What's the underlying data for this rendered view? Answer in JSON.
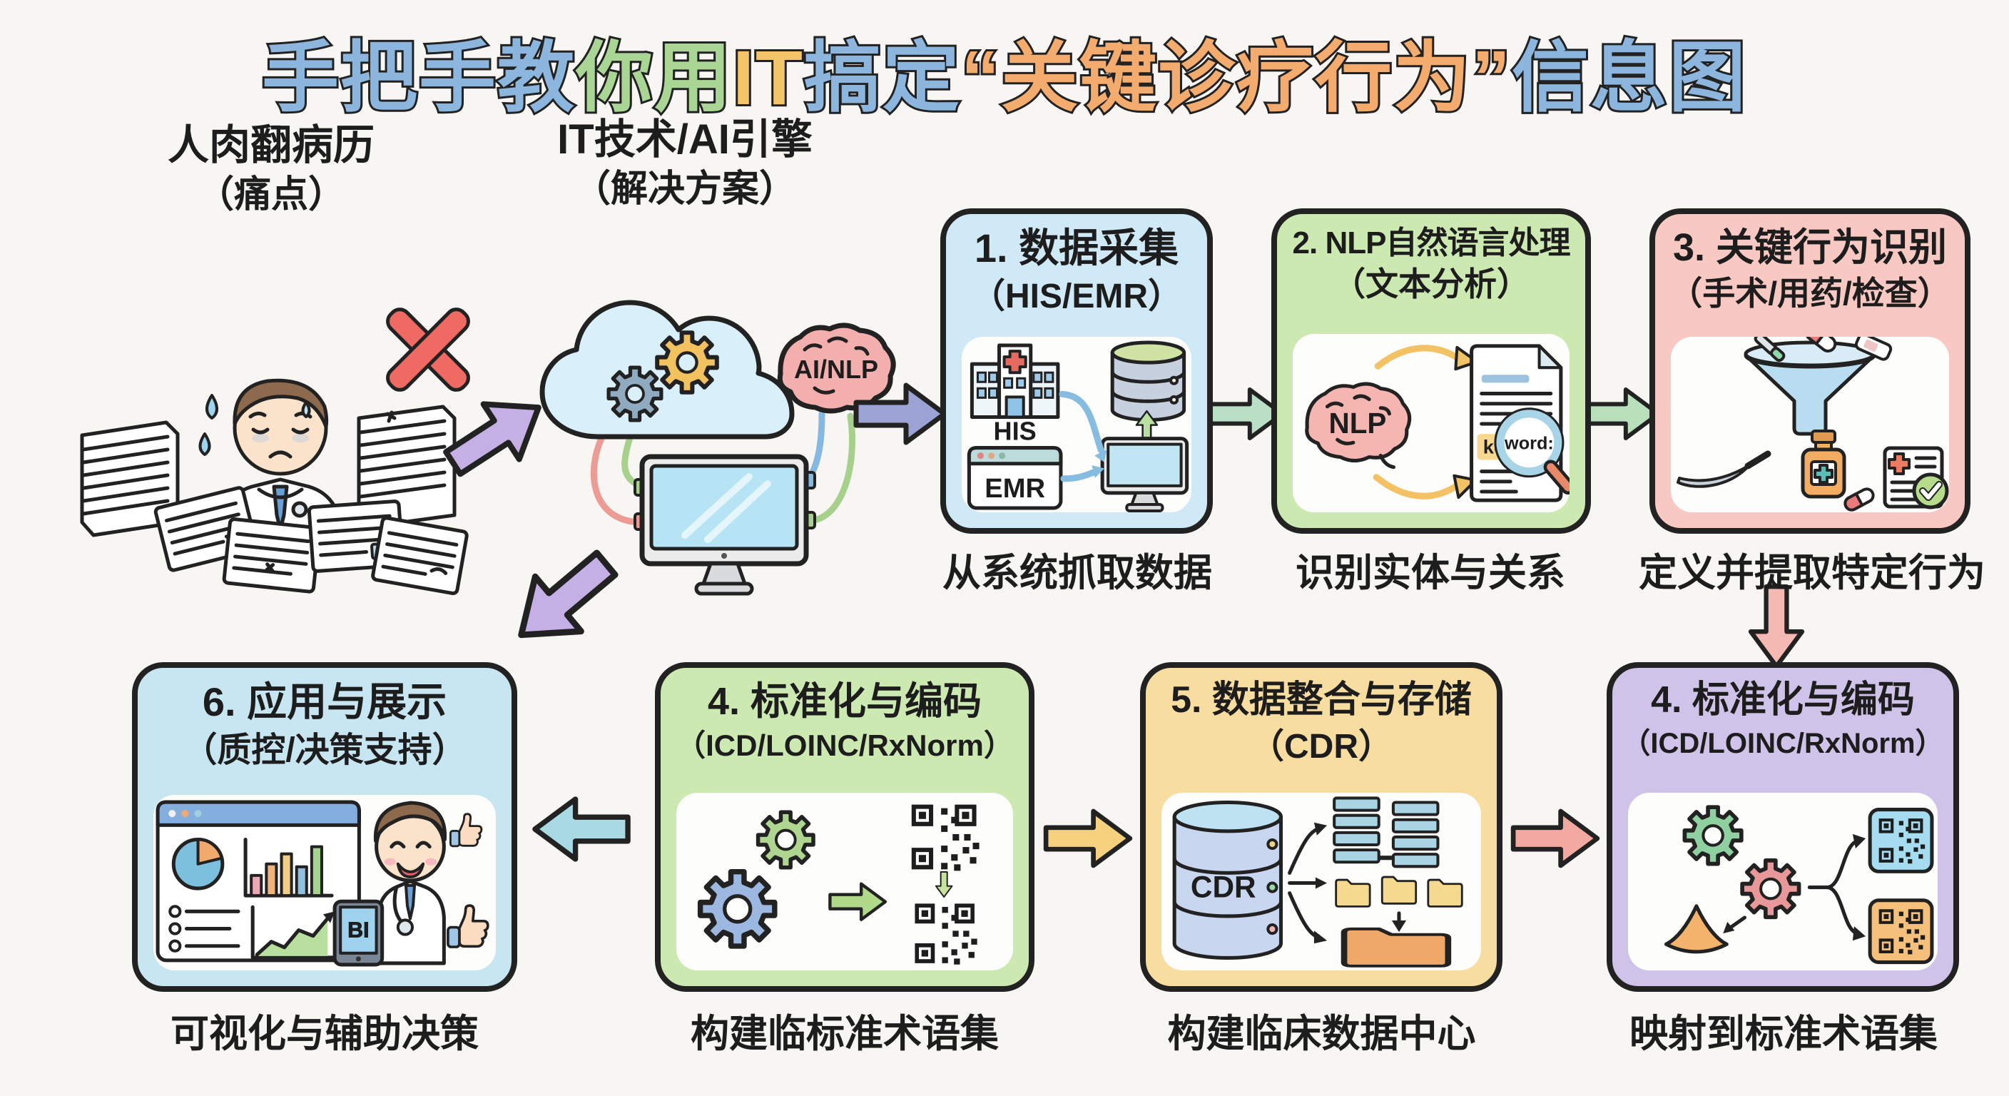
{
  "page": {
    "background": "#f7f6f3",
    "full_title": "手把手教你用IT搞定“关键诊疗行为”信息图"
  },
  "title": {
    "segments": [
      {
        "text": "手把手教",
        "color": "#8db6de"
      },
      {
        "text": "你用",
        "color": "#a9d694"
      },
      {
        "text": "IT",
        "color": "#f4c568"
      },
      {
        "text": "搞定",
        "color": "#8db6de"
      },
      {
        "text": "“关键诊疗行为”",
        "color": "#f3ab6e"
      },
      {
        "text": "信息图",
        "color": "#8db6de"
      }
    ]
  },
  "pain": {
    "title": "人肉翻病历",
    "subtitle": "（痛点）",
    "icons": [
      "crying-doctor-icon",
      "paper-stack-icon",
      "red-x-icon",
      "tear-drop-icon"
    ]
  },
  "solution": {
    "title": "IT技术/AI引擎",
    "subtitle": "（解决方案）",
    "brain_label": "AI/NLP",
    "icons": [
      "cloud-icon",
      "gear-icon",
      "brain-icon",
      "monitor-icon",
      "cable-icon"
    ]
  },
  "steps": [
    {
      "id": "collect",
      "title": "1. 数据采集",
      "subtitle": "（HIS/EMR）",
      "caption": "从系统抓取数据",
      "header_color": "#cfe9f6",
      "labels": {
        "his": "HIS",
        "emr": "EMR"
      },
      "icons": [
        "hospital-icon",
        "browser-window-icon",
        "database-icon",
        "monitor-icon",
        "flow-arrow-icon"
      ]
    },
    {
      "id": "nlp",
      "title": "2. NLP自然语言处理",
      "subtitle": "（文本分析）",
      "caption": "识别实体与关系",
      "header_color": "#cde9b2",
      "labels": {
        "brain": "NLP",
        "keyword_prefix": "ke",
        "keyword": "word:"
      },
      "icons": [
        "brain-icon",
        "curved-arrow-icon",
        "document-icon",
        "magnifier-icon",
        "highlight-icon"
      ]
    },
    {
      "id": "identify",
      "title": "3. 关键行为识别",
      "subtitle": "（手术/用药/检查）",
      "caption": "定义并提取特定行为",
      "header_color": "#f7c9c2",
      "icons": [
        "funnel-icon",
        "capsule-icon",
        "dropper-icon",
        "scalpel-icon",
        "medicine-bottle-icon",
        "report-check-icon"
      ]
    },
    {
      "id": "standardize-a",
      "title": "4. 标准化与编码",
      "subtitle": "（ICD/LOINC/RxNorm）",
      "caption": "构建临标准术语集",
      "header_color": "#cde9b2",
      "icons": [
        "gear-icon",
        "right-arrow-icon",
        "qr-code-icon",
        "down-arrow-icon"
      ]
    },
    {
      "id": "storage",
      "title": "5. 数据整合与存储",
      "subtitle": "（CDR）",
      "caption": "构建临床数据中心",
      "header_color": "#f8dda1",
      "labels": {
        "db": "CDR"
      },
      "icons": [
        "database-icon",
        "table-rows-icon",
        "folder-icon",
        "big-folder-icon",
        "flow-arrow-icon"
      ]
    },
    {
      "id": "standardize-b",
      "title": "4. 标准化与编码",
      "subtitle": "（ICD/LOINC/RxNorm）",
      "caption": "映射到标准术语集",
      "header_color": "#cfc3e9",
      "icons": [
        "gear-icon",
        "tricorn-icon",
        "branch-arrow-icon",
        "qr-code-icon"
      ]
    },
    {
      "id": "apply",
      "title": "6. 应用与展示",
      "subtitle": "（质控/决策支持）",
      "caption": "可视化与辅助决策",
      "header_color": "#c7e6f2",
      "labels": {
        "tablet": "BI"
      },
      "icons": [
        "dashboard-icon",
        "pie-chart-icon",
        "bar-chart-icon",
        "line-chart-icon",
        "doctor-icon",
        "thumbs-up-icon",
        "tablet-icon"
      ]
    }
  ],
  "arrows": {
    "pain_to_solution": {
      "color": "#c4b0e4",
      "direction": "up-right"
    },
    "solution_to_step1": {
      "color": "#9aa3d4",
      "direction": "right"
    },
    "solution_to_step6": {
      "color": "#c4b0e4",
      "direction": "down-left"
    },
    "step1_to_step2": {
      "color": "#b9e0c6",
      "direction": "right"
    },
    "step2_to_step3": {
      "color": "#b9e0bb",
      "direction": "right"
    },
    "step3_to_step4": {
      "color": "#f5b9b4",
      "direction": "down"
    },
    "step4a_to_step5": {
      "color": "#f5d07d",
      "direction": "right"
    },
    "step5_to_step4b": {
      "color": "#f1a9a0",
      "direction": "right"
    },
    "step4a_to_step6": {
      "color": "#a9dae3",
      "direction": "left"
    }
  }
}
